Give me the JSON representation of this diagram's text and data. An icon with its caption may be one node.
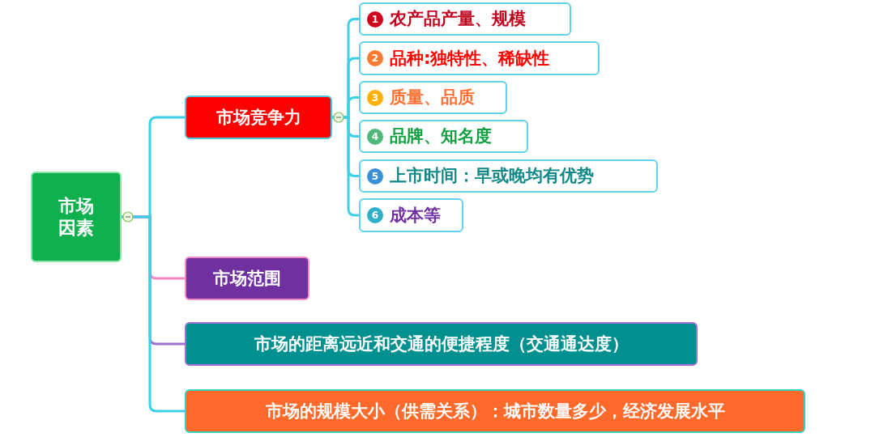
{
  "diagram": {
    "nodes": [
      {
        "text": [
          "市场因素"
        ]
      },
      {
        "text": [
          "市场竞争力"
        ]
      },
      {
        "text": [
          "1",
          "农产品产量、规模"
        ]
      },
      {
        "text": [
          "2",
          "品种:独特性、稀缺性"
        ]
      },
      {
        "text": [
          "3",
          "质量、品质"
        ]
      },
      {
        "text": [
          "4",
          "品牌、知名度"
        ]
      },
      {
        "text": [
          "5",
          "上市时间：早或晚均有优势"
        ]
      },
      {
        "text": [
          "6",
          "成本等"
        ]
      },
      {
        "text": [
          "市场范围"
        ]
      },
      {
        "text": [
          "市场的距离远近和交通的便捷程度（交通通达度）"
        ]
      },
      {
        "text": [
          "市场的规模大小（供需关系）：城市数量多少，经济发展水平"
        ]
      }
    ],
    "edges": [
      {
        "from": 0,
        "to": 1,
        "arrow": "none"
      },
      {
        "from": 0,
        "to": 8,
        "arrow": "none",
        "color": "#f08ac0"
      },
      {
        "from": 0,
        "to": 9,
        "arrow": "none",
        "color": "#a070d0"
      },
      {
        "from": 0,
        "to": 10,
        "arrow": "none"
      },
      {
        "from": 1,
        "to": 2,
        "arrow": "none"
      },
      {
        "from": 1,
        "to": 3,
        "arrow": "none"
      },
      {
        "from": 1,
        "to": 4,
        "arrow": "none"
      },
      {
        "from": 1,
        "to": 5,
        "arrow": "none"
      },
      {
        "from": 1,
        "to": 6,
        "arrow": "none"
      },
      {
        "from": 1,
        "to": 7,
        "arrow": "none"
      }
    ]
  }
}
